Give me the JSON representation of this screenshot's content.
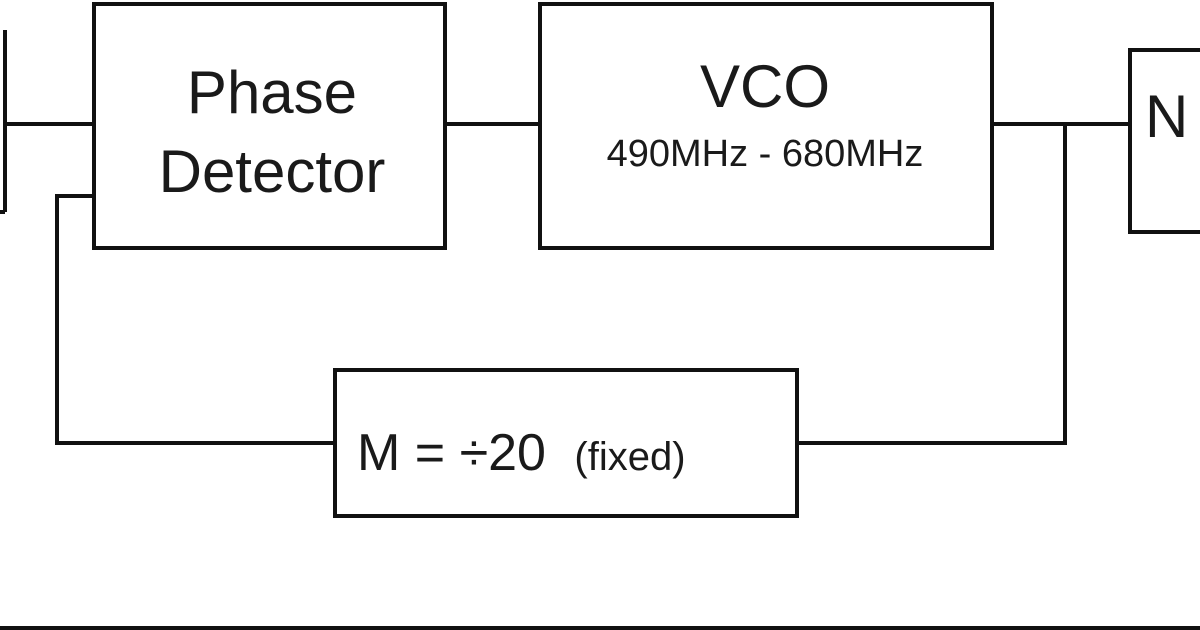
{
  "diagram": {
    "blocks": {
      "phase_detector": {
        "line1": "Phase",
        "line2": "Detector"
      },
      "vco": {
        "name": "VCO",
        "range": "490MHz - 680MHz"
      },
      "n_divider": {
        "label": "N"
      },
      "m_divider": {
        "label": "M = ÷20",
        "note": "(fixed)"
      }
    }
  }
}
